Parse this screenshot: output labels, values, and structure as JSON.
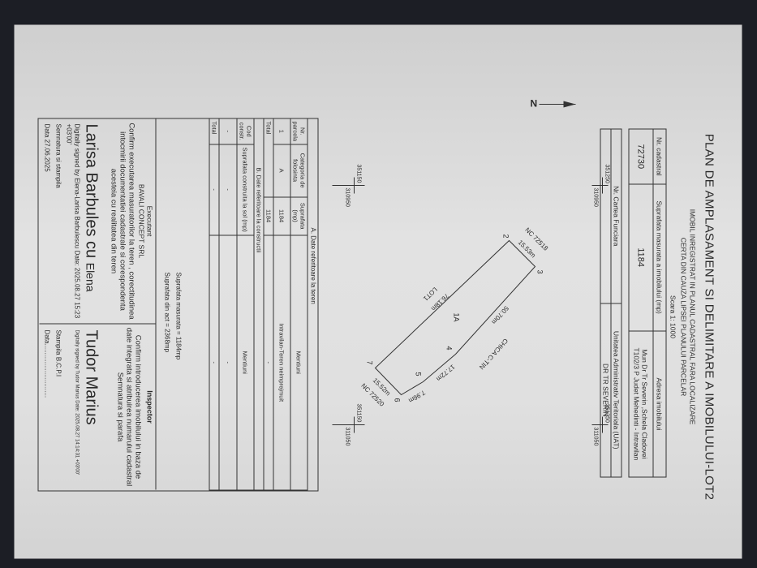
{
  "header": {
    "title": "PLAN DE AMPLASAMENT SI DELIMITARE A IMOBILULUI-LOT2",
    "subtitle_1": "IMOBIL INREGISTRAT IN PLANUL CADASTRAL FARA LOCALIZARE",
    "subtitle_2": "CERTA  DIN CAUZA LIPSEI PLANULUI PARCELAR",
    "scale": "Scara 1: 1000"
  },
  "info_table": {
    "h_cadastral": "Nr. cadastral",
    "h_surface": "Suprafata masurata a imobilului (mp)",
    "h_address": "Adresa imobilului",
    "cadastral": "72730",
    "surface": "1184",
    "address_1": "Mun Dr Tr Severin ,Schela Cladovei",
    "address_2": "T102/3 P Judet Mehedinti - Intravilan"
  },
  "cf_table": {
    "h_cf": "Nr. Cartea Funciara",
    "h_uat": "Unitatea Administrativ Teritoriala (UAT)",
    "cf": "",
    "uat": "DR TR SEVERIN"
  },
  "north": "N",
  "grid": {
    "c1": "351150",
    "c2": "310950",
    "c3": "351150",
    "c4": "311050",
    "c5": "351250",
    "c6": "310950",
    "c7": "351250",
    "c8": "311050"
  },
  "plot": {
    "parcel": "1A",
    "lot": "LOT1",
    "points": [
      "2",
      "3",
      "4",
      "5",
      "6",
      "7"
    ],
    "d_2_3": "15.53m",
    "d_3_4": "50.70m",
    "d_4_5": "17.72m",
    "d_5_6": "7.96m",
    "d_6_7": "15.52m",
    "d_7_2": "76.18m",
    "nc_top": "NC 72518",
    "nc_bottom": "NC 72520",
    "street": "CHICA C-TIN"
  },
  "land": {
    "title": "A. Date referitoare la teren",
    "h_nr": "Nr. parcela",
    "h_cat": "Categoria de folosinta",
    "h_sup": "Suprafata (mp)",
    "h_ment": "Mentiuni",
    "rows": [
      {
        "nr": "1",
        "cat": "A",
        "sup": "1184",
        "ment": "Intravilan-Teren neimprejmuit"
      }
    ],
    "total_label": "Total",
    "total_sup": "1184",
    "total_ment": "-"
  },
  "constr": {
    "title": "B. Date referitoare la constructii",
    "h_cod": "Cod constr.",
    "h_sup": "Suprafata construita la sol (mp)",
    "h_ment": "Mentiuni",
    "row": {
      "cod": "-",
      "sup": "-",
      "ment": "-"
    },
    "total_label": "Total",
    "total_sup": "-",
    "total_ment": "-"
  },
  "areas": {
    "measured": "Suprafata masurata =  1184mp",
    "act": "Suprafata din act    =  2368mp"
  },
  "executant": {
    "title": "Executant",
    "company": "BAVALI CONCEPT SRL",
    "text": "Confirm executarea masuratorilor la teren , corectitudinea intocmirii documentatiei cadastrale si corespondenta acesteia cu realitatea din teren",
    "sig_name_1": "Larisa",
    "sig_name_2": "Barbules",
    "sig_name_3": "cu",
    "sig_name_4": "Elena",
    "digital": "Digitally signed by Elena-Larisa Barbulescu Date: 2025.08.27 15:23 +03'00'",
    "label": "Semnatura si stampila",
    "date": "Data 27.06.2025"
  },
  "inspector": {
    "title": "Inspector",
    "text": "Confirm introducerea imobilului in baza de date integrata si atribuirea numarului cadastral",
    "label": "Semnatura si parafa",
    "sig_1": "Tudor",
    "sig_2": "Marius",
    "digital": "Digitally signed by Tudor Marius Date: 2025.08.27 14:14:31 +03'00'",
    "date": "Data..............................",
    "stamp": "Stampila  B.C.P.I"
  }
}
